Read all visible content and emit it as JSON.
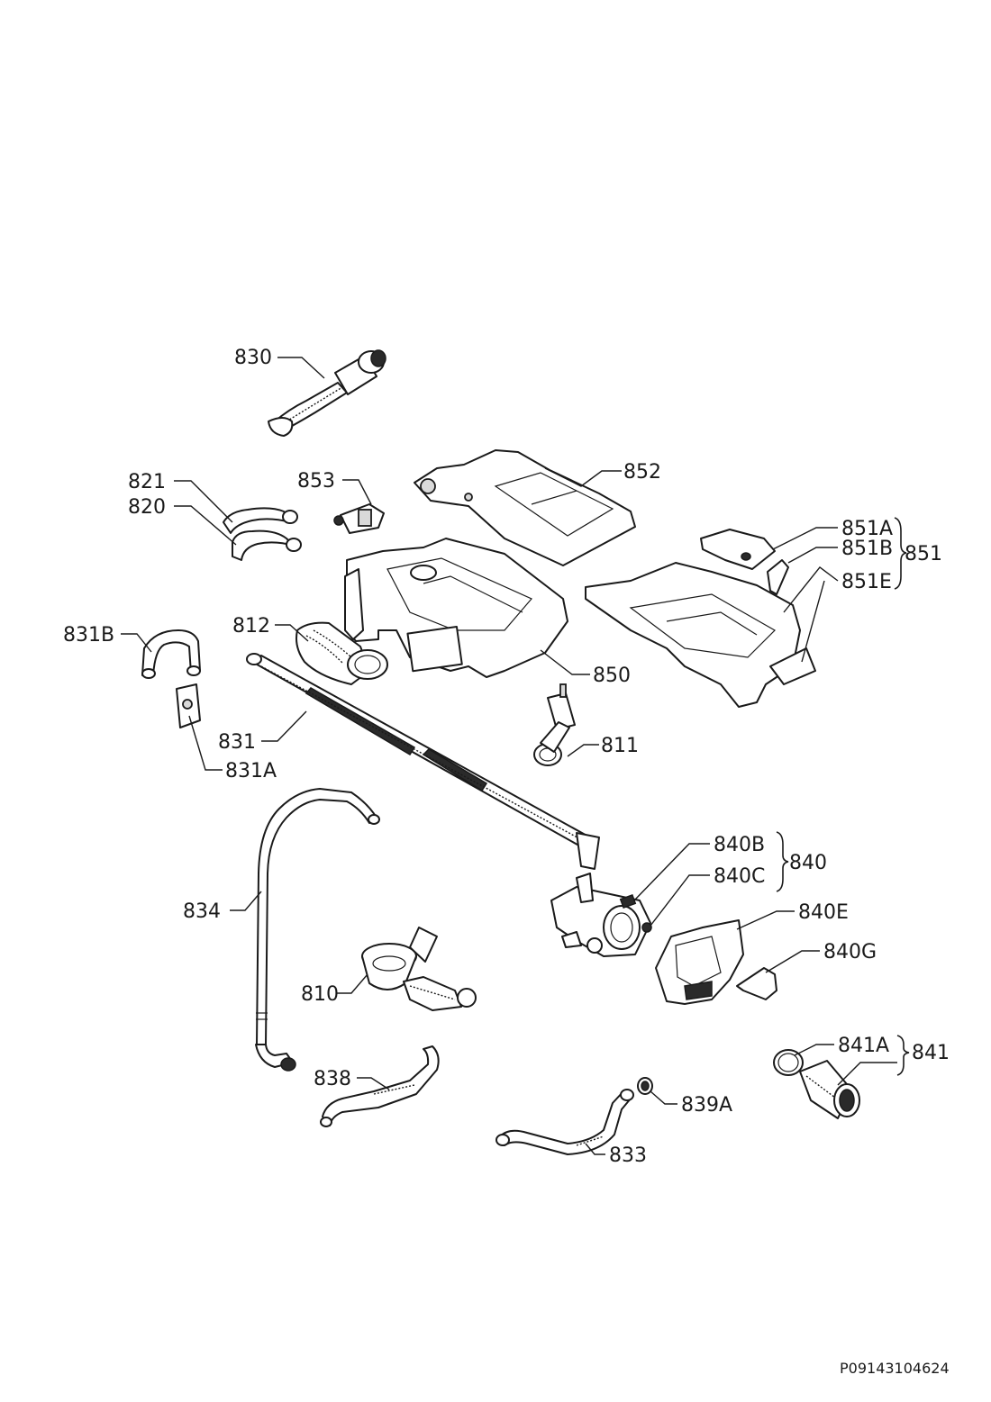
{
  "document_id": "P09143104624",
  "callouts": {
    "p830": "830",
    "p821": "821",
    "p820": "820",
    "p853": "853",
    "p852": "852",
    "p851A": "851A",
    "p851B": "851B",
    "p851E": "851E",
    "p851": "851",
    "p812": "812",
    "p850": "850",
    "p831B": "831B",
    "p831": "831",
    "p831A": "831A",
    "p811": "811",
    "p840B": "840B",
    "p840C": "840C",
    "p840": "840",
    "p840E": "840E",
    "p840G": "840G",
    "p834": "834",
    "p810": "810",
    "p841A": "841A",
    "p841": "841",
    "p838": "838",
    "p839A": "839A",
    "p833": "833"
  }
}
